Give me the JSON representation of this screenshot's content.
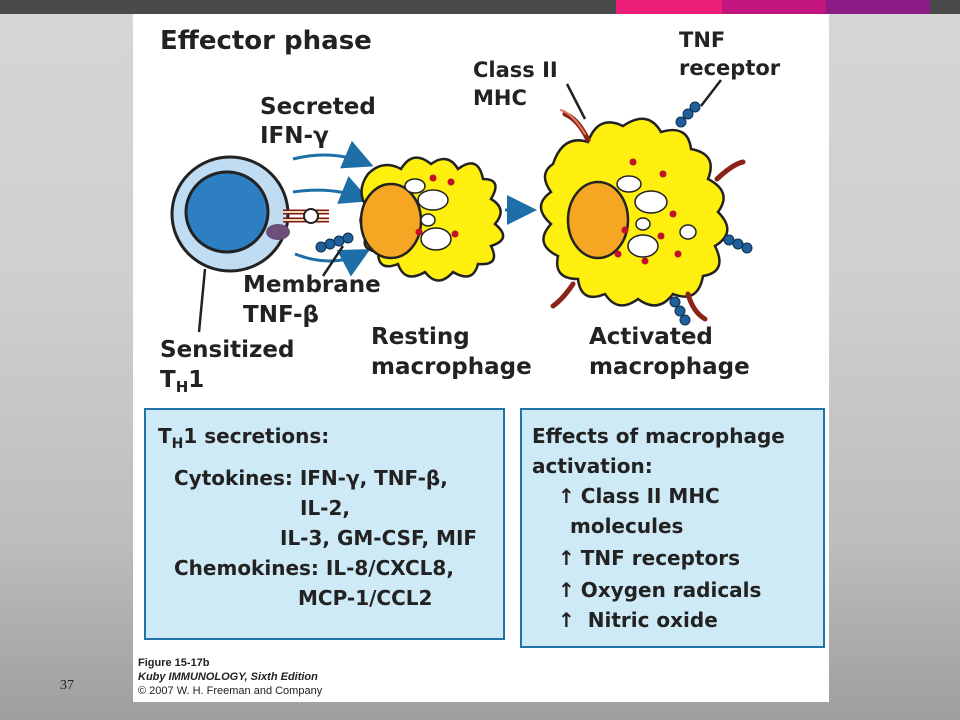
{
  "slide_number": "37",
  "colors": {
    "accent_pink": "#ec1e79",
    "accent_magenta": "#c2157d",
    "accent_purple": "#8c1b85",
    "macrophage_yellow": "#ffef0f",
    "t_cell_blue": "#bfdcf3",
    "box_fill": "#cfeaf7",
    "box_border": "#1e73a8",
    "arrow_blue": "#1e6fa8"
  },
  "diagram": {
    "title": "Effector phase",
    "label_secreted_line1": "Secreted",
    "label_secreted_line2": "IFN-γ",
    "label_membrane_line1": "Membrane",
    "label_membrane_line2": "TNF-β",
    "label_sensitized_line1": "Sensitized",
    "label_sensitized_T": "T",
    "label_sensitized_sub": "H",
    "label_sensitized_num": "1",
    "label_resting_line1": "Resting",
    "label_resting_line2": "macrophage",
    "label_activated_line1": "Activated",
    "label_activated_line2": "macrophage",
    "label_class2_line1": "Class II",
    "label_class2_line2": "MHC",
    "label_tnf_line1": "TNF",
    "label_tnf_line2": "receptor"
  },
  "th1_box": {
    "title_T": "T",
    "title_sub": "H",
    "title_rest": "1 secretions:",
    "line1": "Cytokines: IFN-γ, TNF-β,",
    "line2": "IL-2,",
    "line3": "IL-3, GM-CSF, MIF",
    "line4": "Chemokines: IL-8/CXCL8,",
    "line5": "MCP-1/CCL2"
  },
  "effects_box": {
    "title_line1": "Effects of macrophage",
    "title_line2": "activation:",
    "arrow_symbol": "↑",
    "item1_line1": "Class II MHC",
    "item1_line2": "molecules",
    "item2": "TNF receptors",
    "item3": "Oxygen radicals",
    "item4": " Nitric oxide"
  },
  "caption": {
    "figure": "Figure 15-17b",
    "book": "Kuby IMMUNOLOGY, Sixth Edition",
    "copyright": "© 2007 W. H. Freeman and Company"
  }
}
